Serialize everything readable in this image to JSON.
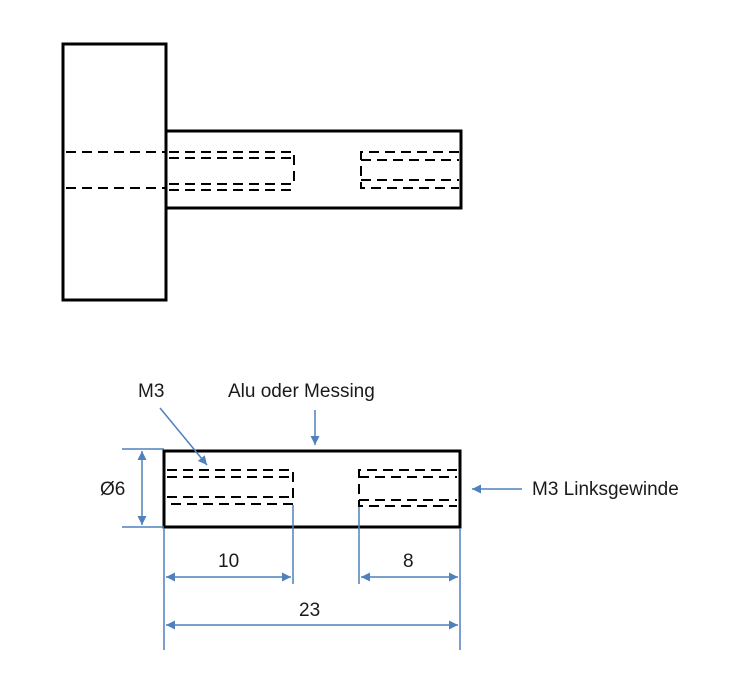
{
  "labels": {
    "thread_left": "M3",
    "material": "Alu oder Messing",
    "thread_right": "M3 Linksgewinde",
    "diameter": "Ø6"
  },
  "dimensions": {
    "left_bore": "10",
    "right_bore": "8",
    "total_length": "23"
  },
  "colors": {
    "outline": "#000000",
    "dimension": "#4f81bd",
    "text": "#1a1a1a"
  }
}
